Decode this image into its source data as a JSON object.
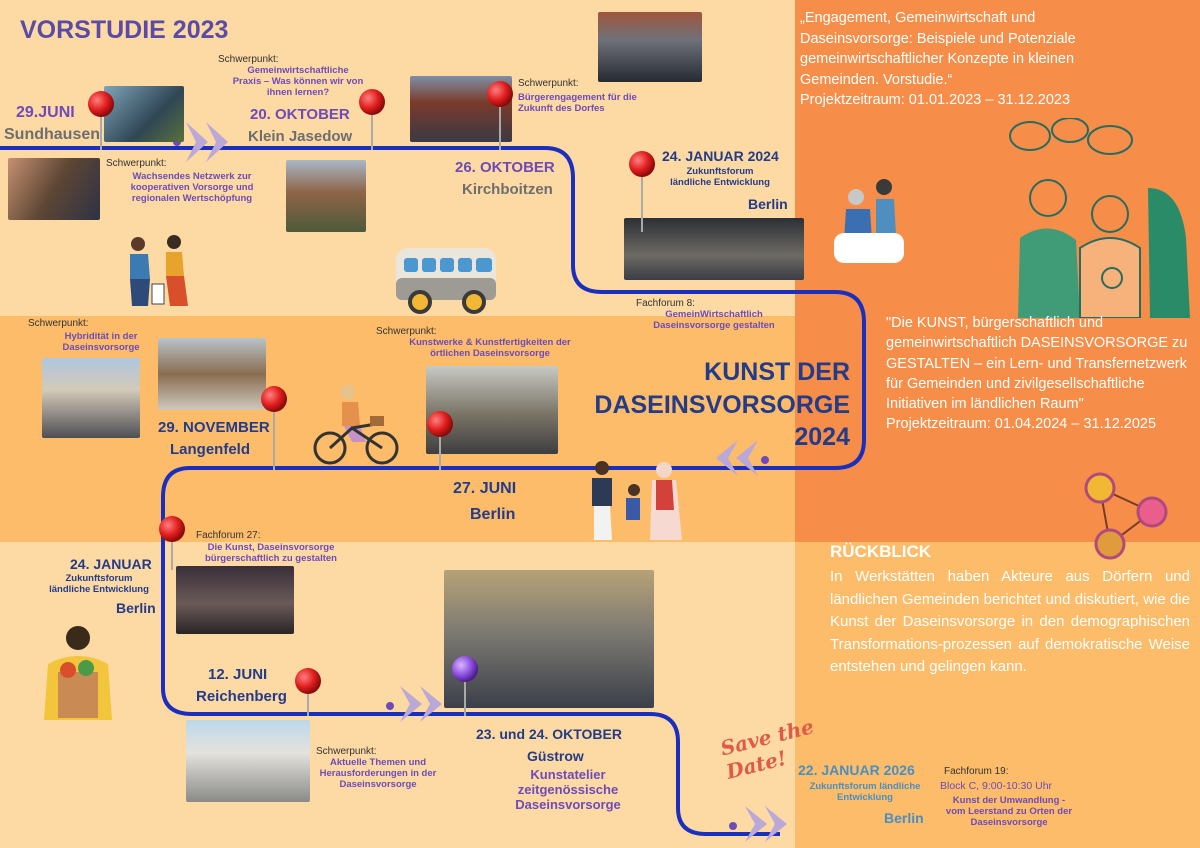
{
  "colors": {
    "bg_top": "#fdd9a4",
    "bg_mid": "#fcbc6a",
    "bg_right": "#f68e4a",
    "navy": "#243c88",
    "purple": "#6e4bb8",
    "timeline": "#1b2fbf"
  },
  "header": {
    "title": "VORSTUDIE 2023"
  },
  "vorstudie_text": {
    "quote": "„Engagement, Gemeinwirtschaft und Daseinsvorsorge: Beispiele und Potenziale gemeinwirtschaftlicher Konzepte in kleinen Gemeinden. Vorstudie.“",
    "period": "Projektzeitraum: 01.01.2023 – 31.12.2023"
  },
  "kunst_text": {
    "quote": "\"Die KUNST, bürgerschaftlich und gemeinwirtschaftlich DASEINSVORSORGE zu GESTALTEN – ein Lern- und Transfernetzwerk für Gemeinden und zivilgesellschaftliche Initiativen im ländlichen Raum\"",
    "period": "Projektzeitraum: 01.04.2024 – 31.12.2025"
  },
  "kunst_title": {
    "line1": "KUNST DER",
    "line2": "DASEINSVORSORGE",
    "line3": "2024"
  },
  "rueckblick": {
    "title": "RÜCKBLICK",
    "text": "In Werkstätten haben Akteure aus Dörfern und ländlichen Gemeinden berichtet und diskutiert, wie die Kunst der Daseinsvorsorge in den demographischen Transformations-prozessen auf demokratische Weise entstehen und gelingen kann."
  },
  "events": {
    "e1": {
      "date": "29.JUNI",
      "place": "Sundhausen"
    },
    "e2": {
      "schwerpunkt": "Schwerpunkt:",
      "topic": "Gemeinwirtschaftliche Praxis – Was können wir von ihnen lernen?",
      "date": "20. OKTOBER",
      "place": "Klein Jasedow"
    },
    "e3": {
      "schwerpunkt": "Schwerpunkt:",
      "topic": "Bürgerengagement für die Zukunft des Dorfes",
      "date": "26. OKTOBER",
      "place": "Kirchboitzen"
    },
    "e1_topic": {
      "schwerpunkt": "Schwerpunkt:",
      "topic": "Wachsendes Netzwerk zur kooperativen Vorsorge und regionalen Wertschöpfung"
    },
    "e4": {
      "date": "24. JANUAR 2024",
      "sub": "Zukunftsforum ländliche Entwicklung",
      "place": "Berlin"
    },
    "e5": {
      "forum": "Fachforum 8:",
      "topic": "GemeinWirtschaftlich Daseinsvorsorge gestalten"
    },
    "e6": {
      "schwerpunkt": "Schwerpunkt:",
      "topic": "Hybridität in der Daseinsvorsorge",
      "date": "29. NOVEMBER",
      "place": "Langenfeld"
    },
    "e7": {
      "schwerpunkt": "Schwerpunkt:",
      "topic": "Kunstwerke & Kunstfertigkeiten der örtlichen Daseinsvorsorge",
      "date": "27. JUNI",
      "place": "Berlin"
    },
    "e8": {
      "date": "24. JANUAR",
      "sub": "Zukunftsforum ländliche Entwicklung",
      "place": "Berlin",
      "forum": "Fachforum 27:",
      "topic": "Die Kunst, Daseinsvorsorge bürgerschaftlich zu gestalten"
    },
    "e9": {
      "date": "12. JUNI",
      "place": "Reichenberg",
      "schwerpunkt": "Schwerpunkt:",
      "topic": "Aktuelle Themen und Herausforderungen in der Daseinsvorsorge"
    },
    "e10": {
      "date": "23. und 24. OKTOBER",
      "place": "Güstrow",
      "topic": "Kunstatelier zeitgenössische Daseinsvorsorge"
    },
    "e11": {
      "save": "Save the Date!",
      "date": "22. JANUAR 2026",
      "sub": "Zukunftsforum ländliche Entwicklung",
      "place": "Berlin",
      "forum": "Fachforum 19:",
      "time": "Block C, 9:00-10:30 Uhr",
      "topic": "Kunst der Umwandlung - vom Leerstand zu Orten der Daseinsvorsorge"
    }
  },
  "icons": [
    "map-pin-icon",
    "arrow-chevron-icon",
    "bus-icon",
    "bicycle-icon",
    "family-icon",
    "people-network-icon",
    "cleanup-people-icon",
    "vegetable-person-icon",
    "thinking-people-icon",
    "caregiver-icon"
  ]
}
